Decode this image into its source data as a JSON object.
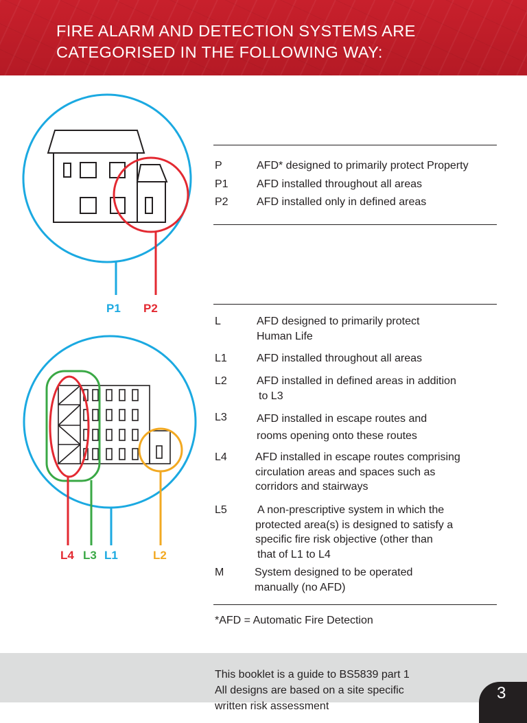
{
  "header": {
    "title_line1": "FIRE ALARM AND DETECTION SYSTEMS ARE",
    "title_line2": "CATEGORISED IN THE FOLLOWING WAY:"
  },
  "colors": {
    "header_red": "#c8202c",
    "p1_blue": "#1ba9e1",
    "p2_red": "#e32931",
    "l3_green": "#3aa845",
    "l2_orange": "#f2a922",
    "footer_grey": "#dcdddd"
  },
  "property_diagram": {
    "labels": {
      "p1": "P1",
      "p2": "P2"
    }
  },
  "life_diagram": {
    "labels": {
      "l4": "L4",
      "l3": "L3",
      "l1": "L1",
      "l2": "L2"
    }
  },
  "property_categories": [
    {
      "code": "P",
      "desc": "AFD* designed to primarily protect Property"
    },
    {
      "code": "P1",
      "desc": "AFD installed throughout all areas"
    },
    {
      "code": "P2",
      "desc": "AFD installed only in defined areas"
    }
  ],
  "life_categories": [
    {
      "code": "L",
      "desc_line1": "AFD designed to primarily protect",
      "desc_line2": "Human Life"
    },
    {
      "code": "L1",
      "desc_line1": "AFD installed throughout all areas"
    },
    {
      "code": "L2",
      "desc_line1": "AFD installed in defined areas in addition",
      "desc_line2": "to L3"
    },
    {
      "code": "L3",
      "desc_line1": "AFD installed in escape routes and",
      "desc_line2": "rooms opening onto these routes"
    },
    {
      "code": "L4",
      "desc_line1": "AFD installed in escape routes comprising",
      "desc_line2": "circulation areas and spaces such as",
      "desc_line3": "corridors and stairways"
    },
    {
      "code": "L5",
      "desc_line1": "A non-prescriptive system in which the",
      "desc_line2": "protected area(s) is designed to satisfy a",
      "desc_line3": "specific fire risk objective (other than",
      "desc_line4": "that of L1 to L4"
    },
    {
      "code": "M",
      "desc_line1": "System designed to be operated",
      "desc_line2": "manually (no AFD)"
    }
  ],
  "footnote": "*AFD = Automatic Fire Detection",
  "footer": {
    "line1": "This booklet is a guide to BS5839 part 1",
    "line2": "All designs are based on a site specific",
    "line3": "written risk assessment"
  },
  "page_number": "3"
}
